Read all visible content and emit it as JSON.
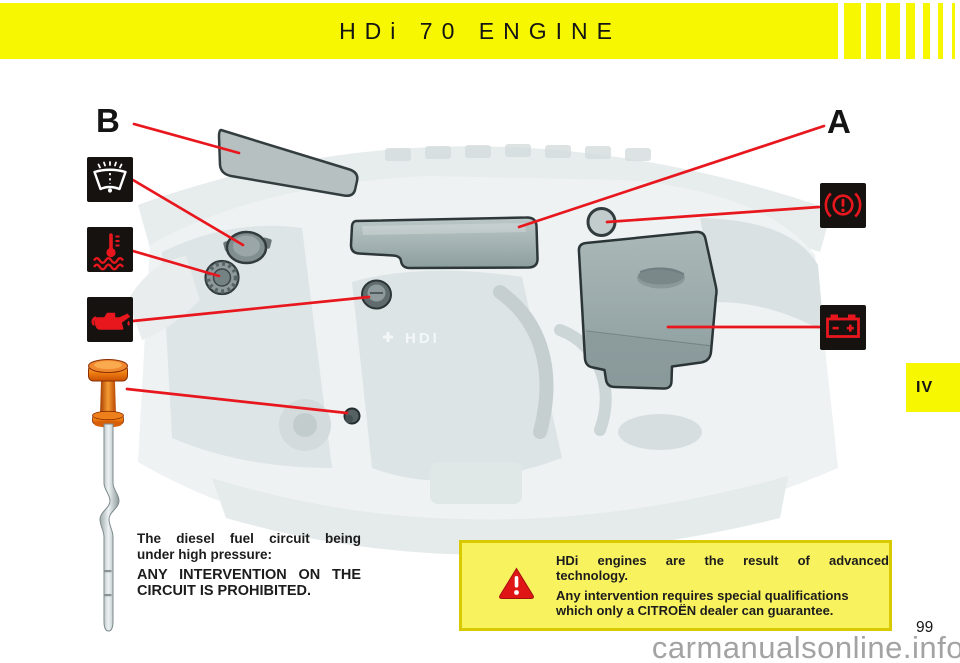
{
  "header": {
    "title": "HDi 70 ENGINE"
  },
  "section_tab": "IV",
  "page_number": "99",
  "watermark": "carmanualsonline.info",
  "diagram": {
    "callout_a": "A",
    "callout_b": "B",
    "engine_cover_label": "HDI",
    "icons": [
      {
        "name": "windscreen-washer-icon"
      },
      {
        "name": "coolant-temperature-icon"
      },
      {
        "name": "engine-oil-icon"
      },
      {
        "name": "brake-warning-icon"
      },
      {
        "name": "battery-icon"
      },
      {
        "name": "oil-dipstick"
      }
    ]
  },
  "fuel_warning": {
    "lines": [
      "The diesel fuel circuit being",
      "under high pressure:",
      "ANY INTERVENTION ON THE",
      "CIRCUIT IS PROHIBITED."
    ]
  },
  "hdi_warning": {
    "lines": [
      "HDi engines are the result of advanced",
      "technology.",
      "Any intervention requires special qualifications",
      "which only a CITROËN dealer can guarantee."
    ]
  },
  "colors": {
    "accent_yellow": "#f7f701",
    "box_yellow": "#f8f25e",
    "box_border": "#d9ca00",
    "warning_red": "#e8171e",
    "icon_background": "#151210"
  }
}
